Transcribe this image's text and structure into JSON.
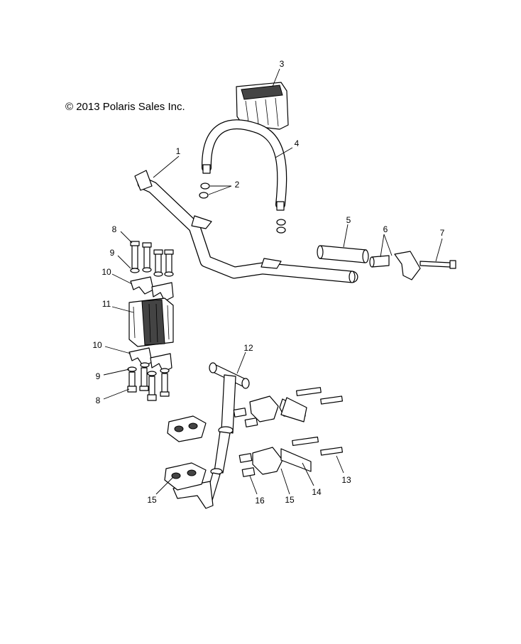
{
  "copyright": "© 2013 Polaris Sales Inc.",
  "callouts": [
    {
      "id": "c1",
      "label": "1"
    },
    {
      "id": "c2",
      "label": "2"
    },
    {
      "id": "c3",
      "label": "3"
    },
    {
      "id": "c4",
      "label": "4"
    },
    {
      "id": "c5",
      "label": "5"
    },
    {
      "id": "c6",
      "label": "6"
    },
    {
      "id": "c7",
      "label": "7"
    },
    {
      "id": "c8a",
      "label": "8"
    },
    {
      "id": "c9a",
      "label": "9"
    },
    {
      "id": "c10a",
      "label": "10"
    },
    {
      "id": "c11",
      "label": "11"
    },
    {
      "id": "c10b",
      "label": "10"
    },
    {
      "id": "c9b",
      "label": "9"
    },
    {
      "id": "c8b",
      "label": "8"
    },
    {
      "id": "c12",
      "label": "12"
    },
    {
      "id": "c13",
      "label": "13"
    },
    {
      "id": "c14",
      "label": "14"
    },
    {
      "id": "c15a",
      "label": "15"
    },
    {
      "id": "c16",
      "label": "16"
    },
    {
      "id": "c15b",
      "label": "15"
    }
  ]
}
